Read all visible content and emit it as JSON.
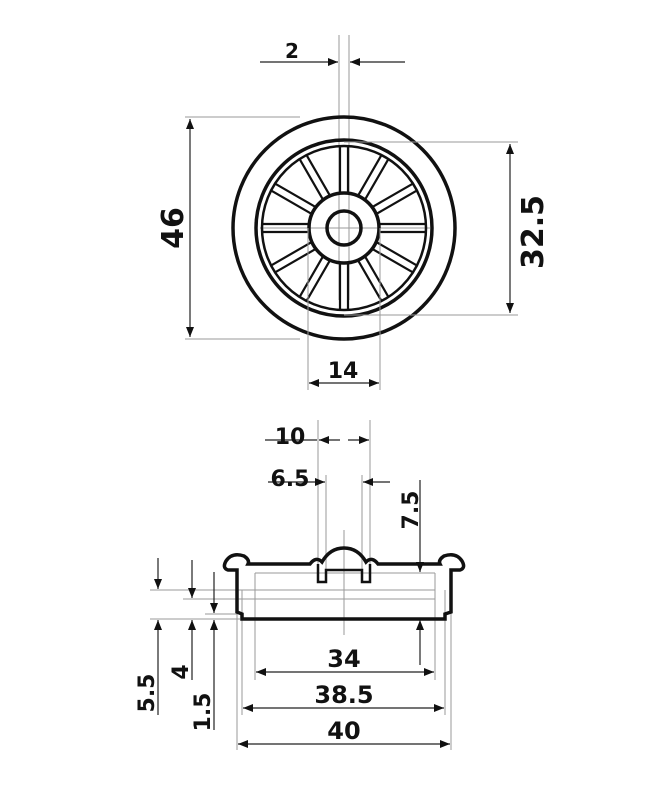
{
  "front_view": {
    "dimensions": {
      "overall_diameter": "46",
      "inner_diameter": "32.5",
      "offset": "2",
      "hub_diameter": "14"
    },
    "spoke_count": 12
  },
  "side_view": {
    "dimensions": {
      "hub_outer_width": "10",
      "hub_inner_width": "6.5",
      "height": "7.5",
      "step_5_5": "5.5",
      "step_4": "4",
      "step_1_5": "1.5",
      "width_34": "34",
      "width_38_5": "38.5",
      "width_40": "40"
    }
  },
  "colors": {
    "line": "#111111",
    "extension": "#9a9a9a"
  }
}
